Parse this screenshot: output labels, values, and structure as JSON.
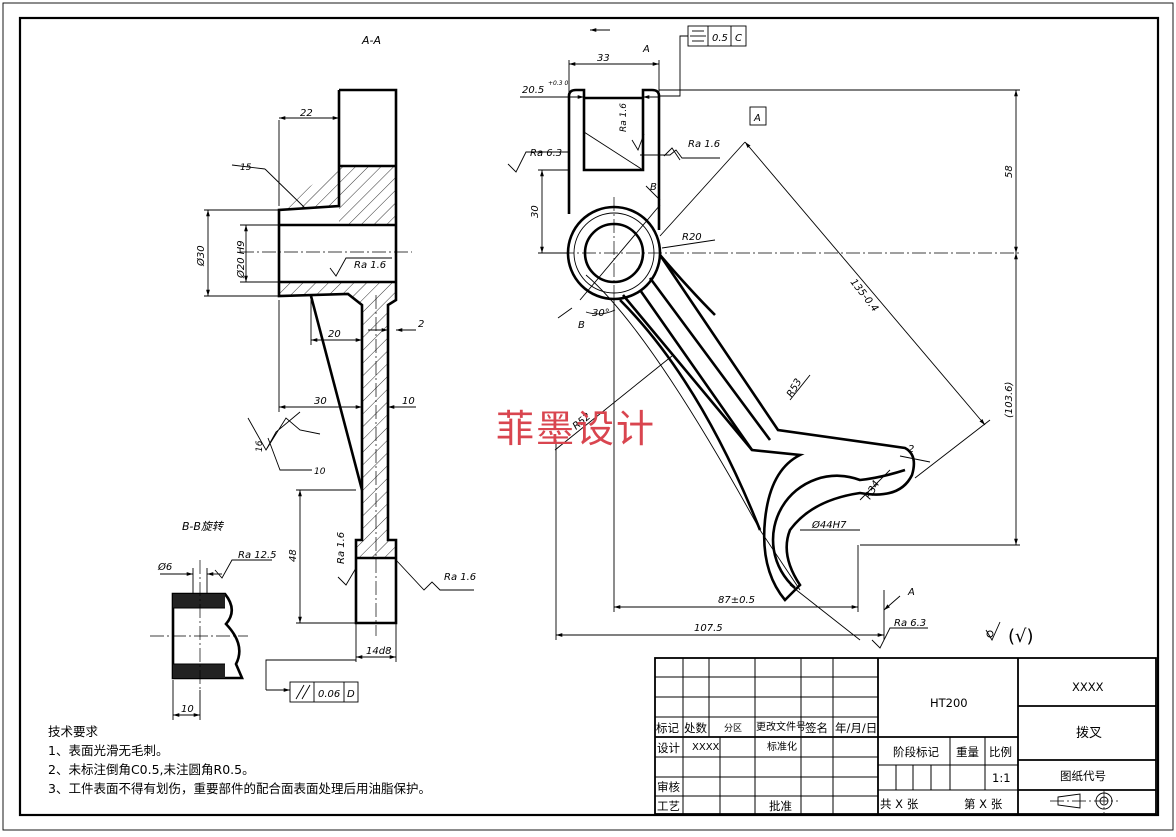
{
  "views": {
    "section_aa": "A-A",
    "view_b": "B-B旋转",
    "view_arrow_top": "A",
    "view_arrow_bottom": "A",
    "datum_a": "A",
    "section_b_top": "B",
    "section_b_bottom": "B"
  },
  "dimensions": {
    "d22": "22",
    "d15": "15",
    "phi30": "Ø30",
    "phi20h9": "Ø20 H9",
    "d20": "20",
    "d2a": "2",
    "d30a": "30",
    "d10a": "10",
    "d48": "48",
    "d14d8": "14d8",
    "phi6": "Ø6",
    "d10b": "10",
    "d10c": "10",
    "d16": "16",
    "d33": "33",
    "d20_5": "20.5",
    "d20_5_tol": "+0.3 0",
    "d30b": "30",
    "r20": "R20",
    "d135": "135-0.4",
    "d58": "58",
    "d103_6": "(103.6)",
    "r53": "R53",
    "r52": "R52",
    "d30deg": "30°",
    "d2b": "2",
    "r34": "R34",
    "phi44h7": "Ø44H7",
    "d87": "87±0.5",
    "d107_5": "107.5"
  },
  "roughness": {
    "ra1_6_bore": "Ra 1.6",
    "ra12_5": "Ra 12.5",
    "ra1_6_web": "Ra 1.6",
    "ra1_6_foot": "Ra 1.6",
    "ra6_3_left": "Ra 6.3",
    "ra1_6_slot": "Ra 1.6",
    "ra1_6_slot2": "Ra 1.6",
    "ra6_3_fork": "Ra 6.3",
    "general": "(√)"
  },
  "tolerance": {
    "parallel_value": "0.06",
    "parallel_datum": "D",
    "sym_value": "0.5",
    "sym_datum": "C"
  },
  "watermark": "菲墨设计",
  "tech_requirements": {
    "title": "技术要求",
    "items": [
      "1、表面光滑无毛刺。",
      "2、未标注倒角C0.5,未注圆角R0.5。",
      "3、工件表面不得有划伤，重要部件的配合面表面处理后用油脂保护。"
    ]
  },
  "title_block": {
    "material": "HT200",
    "company": "XXXX",
    "part_name": "拨叉",
    "drawing_no_label": "图纸代号",
    "labels": {
      "mark": "标记",
      "count": "处数",
      "zone": "分区",
      "doc_no": "更改文件号",
      "sign": "签名",
      "date": "年/月/日",
      "design": "设计",
      "standard": "标准化",
      "review": "审核",
      "process": "工艺",
      "approve": "批准",
      "stage": "阶段标记",
      "weight": "重量",
      "scale_label": "比例"
    },
    "designer": "XXXX",
    "scale": "1:1",
    "sheets_total": "共 X 张",
    "sheet_no": "第 X 张"
  }
}
